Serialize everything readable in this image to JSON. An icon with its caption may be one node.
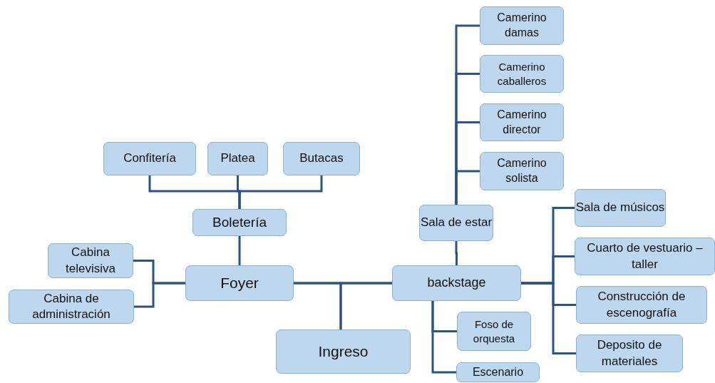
{
  "diagram": {
    "nodes": [
      {
        "text": [
          "Confitería"
        ]
      },
      {
        "text": [
          "Platea"
        ]
      },
      {
        "text": [
          "Butacas"
        ]
      },
      {
        "text": [
          "Boletería"
        ]
      },
      {
        "text": [
          "Cabina televisiva"
        ]
      },
      {
        "text": [
          "Foyer"
        ]
      },
      {
        "text": [
          "Cabina de administración"
        ]
      },
      {
        "text": [
          "Ingreso"
        ]
      },
      {
        "text": [
          "backstage"
        ]
      },
      {
        "text": [
          "Camerino damas"
        ]
      },
      {
        "text": [
          "Camerino caballeros"
        ]
      },
      {
        "text": [
          "Camerino director"
        ]
      },
      {
        "text": [
          "Camerino solista"
        ]
      },
      {
        "text": [
          "Sala de estar"
        ]
      },
      {
        "text": [
          "Sala de músicos"
        ]
      },
      {
        "text": [
          "Cuarto de vestuario – taller"
        ]
      },
      {
        "text": [
          "Construcción de escenografía"
        ]
      },
      {
        "text": [
          "Deposito de materiales"
        ]
      },
      {
        "text": [
          "Foso de orquesta"
        ]
      },
      {
        "text": [
          "Escenario"
        ]
      }
    ],
    "edges": [
      {
        "from": 0,
        "to": 3,
        "arrow": "none"
      },
      {
        "from": 1,
        "to": 3,
        "arrow": "none"
      },
      {
        "from": 2,
        "to": 3,
        "arrow": "none"
      },
      {
        "from": 3,
        "to": 5,
        "arrow": "none"
      },
      {
        "from": 4,
        "to": 5,
        "arrow": "none"
      },
      {
        "from": 6,
        "to": 5,
        "arrow": "none"
      },
      {
        "from": 5,
        "to": 8,
        "arrow": "none"
      },
      {
        "from": 7,
        "to": 5,
        "arrow": "none"
      },
      {
        "from": 7,
        "to": 8,
        "arrow": "none"
      },
      {
        "from": 9,
        "to": 13,
        "arrow": "none"
      },
      {
        "from": 10,
        "to": 13,
        "arrow": "none"
      },
      {
        "from": 11,
        "to": 13,
        "arrow": "none"
      },
      {
        "from": 12,
        "to": 13,
        "arrow": "none"
      },
      {
        "from": 13,
        "to": 8,
        "arrow": "none"
      },
      {
        "from": 8,
        "to": 14,
        "arrow": "none"
      },
      {
        "from": 8,
        "to": 15,
        "arrow": "none"
      },
      {
        "from": 8,
        "to": 16,
        "arrow": "none"
      },
      {
        "from": 8,
        "to": 17,
        "arrow": "none"
      },
      {
        "from": 8,
        "to": 18,
        "arrow": "none"
      },
      {
        "from": 8,
        "to": 19,
        "arrow": "none"
      }
    ]
  }
}
